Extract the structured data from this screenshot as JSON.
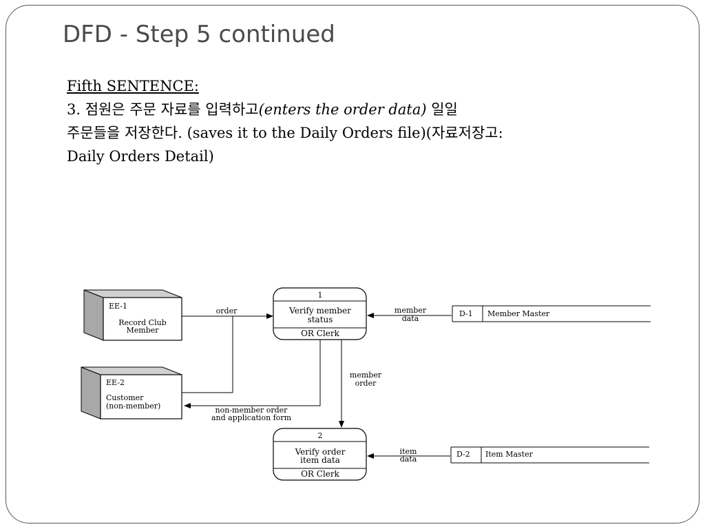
{
  "slide": {
    "title": "DFD - Step 5 continued",
    "heading": "Fifth SENTENCE:",
    "line1_prefix": "3. ",
    "line1_korean": "점원은 주문 자료를 입력하고",
    "line1_italic": "(enters the order data)",
    "line1_korean_tail": " 일일",
    "line2_korean": "주문들을 저장한다",
    "line2_text": ". (saves it to the Daily Orders file)(",
    "line2_korean_tail": "자료저장고",
    "line2_end": ":",
    "line3_text": "Daily Orders Detail)"
  },
  "diagram": {
    "entities": {
      "ee1": {
        "id": "EE-1",
        "line1": "Record Club",
        "line2": "Member"
      },
      "ee2": {
        "id": "EE-2",
        "line1": "Customer",
        "line2": "(non-member)"
      }
    },
    "processes": {
      "p1": {
        "number": "1",
        "line1": "Verify member",
        "line2": "status",
        "actor": "OR Clerk"
      },
      "p2": {
        "number": "2",
        "line1": "Verify order",
        "line2": "item data",
        "actor": "OR Clerk"
      }
    },
    "stores": {
      "d1": {
        "id": "D-1",
        "name": "Member Master"
      },
      "d2": {
        "id": "D-2",
        "name": "Item Master"
      }
    },
    "flows": {
      "order": "order",
      "member_data_1": "member",
      "member_data_2": "data",
      "member_order_1": "member",
      "member_order_2": "order",
      "non_member_1": "non-member order",
      "non_member_2": "and application form",
      "item_data_1": "item",
      "item_data_2": "data"
    }
  }
}
